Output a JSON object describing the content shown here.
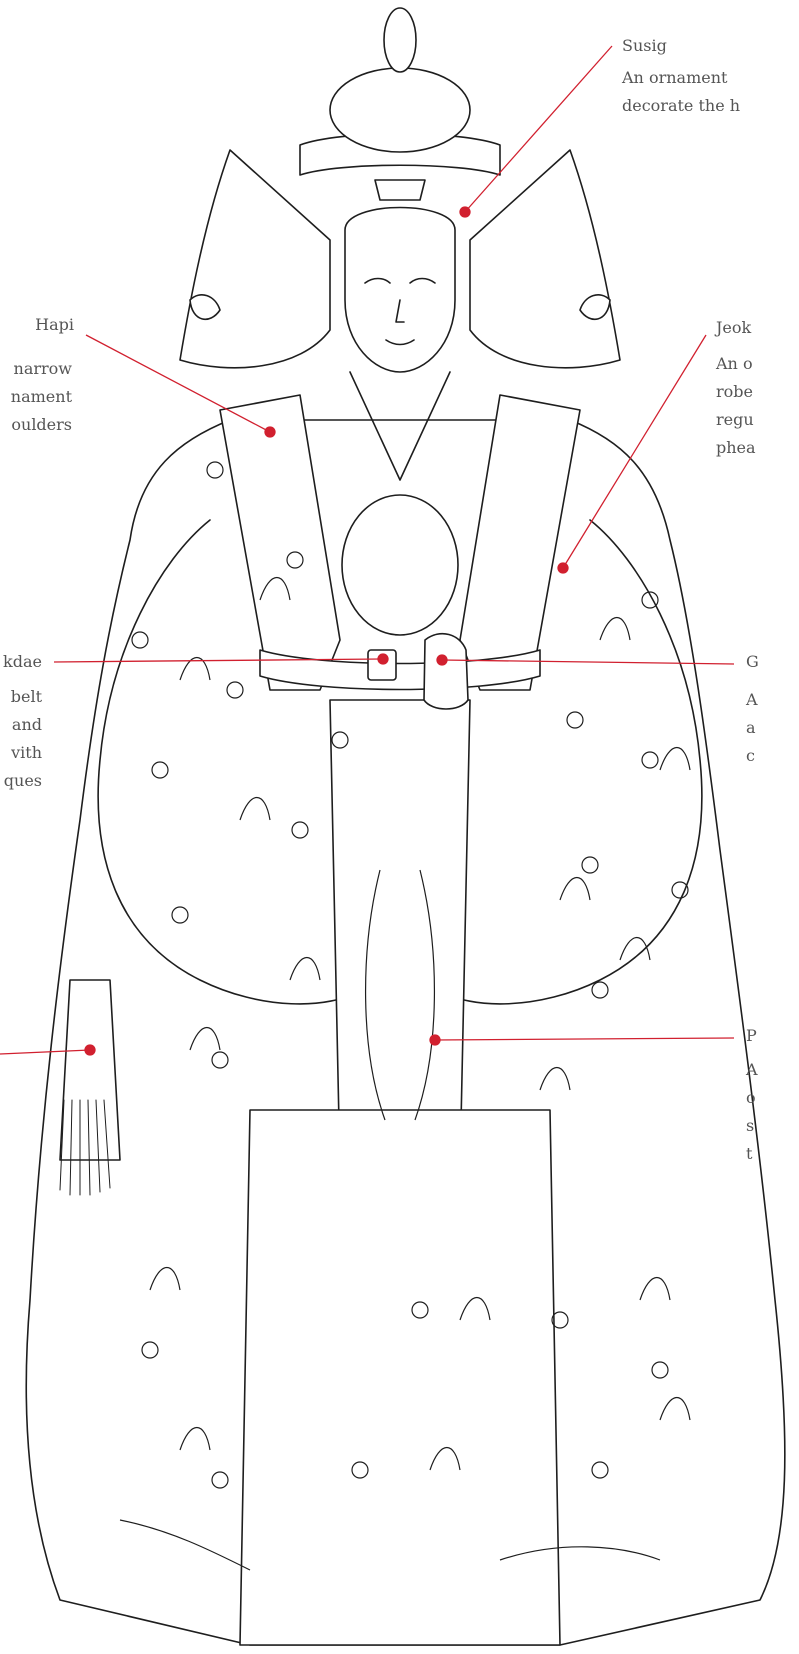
{
  "accent_color": "#d1202f",
  "outline_color": "#1e1e1e",
  "annotations": {
    "susig": {
      "title": "Susig",
      "desc": "An ornament\ndecorate the h"
    },
    "hapi": {
      "title": "Hapi",
      "desc": "narrow\nnament\noulders"
    },
    "jeok": {
      "title": "Jeok",
      "desc": "An o\nrobe\nregu\nphea"
    },
    "okdae": {
      "title": "kdae",
      "desc": "belt\nand\nvith\nques"
    },
    "g": {
      "title": "G",
      "desc": "A\na\nc"
    },
    "p": {
      "title": "P",
      "desc": "A\no\ns\nt"
    }
  }
}
